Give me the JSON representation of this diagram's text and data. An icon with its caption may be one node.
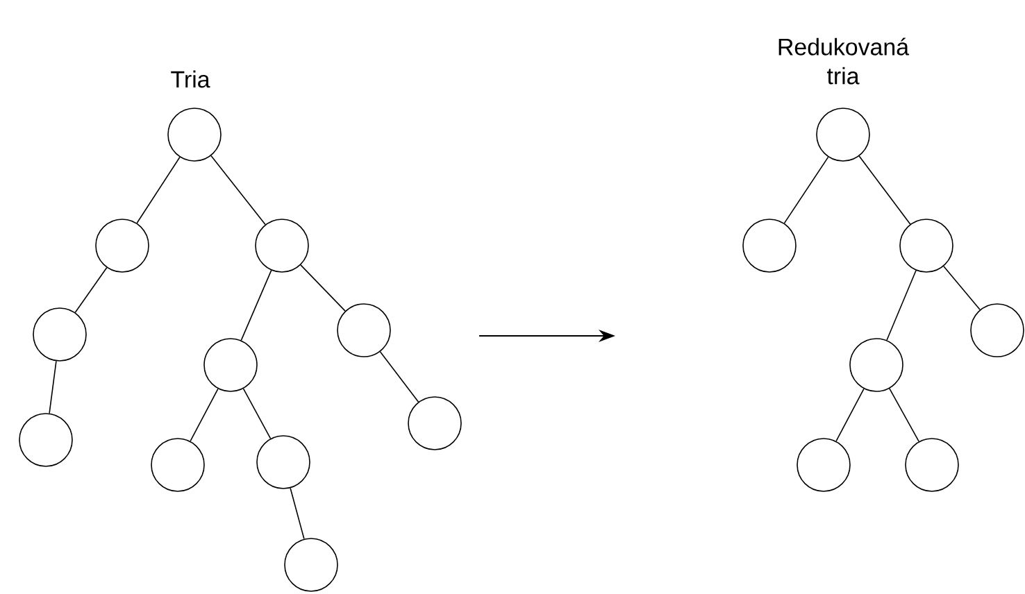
{
  "diagram": {
    "nodes": [
      {
        "text": [],
        "shape": "circle"
      },
      {
        "text": [],
        "shape": "circle"
      },
      {
        "text": [],
        "shape": "circle"
      },
      {
        "text": [],
        "shape": "circle"
      },
      {
        "text": [],
        "shape": "circle"
      },
      {
        "text": [],
        "shape": "circle"
      },
      {
        "text": [],
        "shape": "circle"
      },
      {
        "text": [],
        "shape": "circle"
      },
      {
        "text": [],
        "shape": "circle"
      },
      {
        "text": [],
        "shape": "circle"
      },
      {
        "text": [],
        "shape": "circle"
      },
      {
        "text": [],
        "shape": "circle"
      },
      {
        "text": [],
        "shape": "circle"
      },
      {
        "text": [],
        "shape": "circle"
      },
      {
        "text": [],
        "shape": "circle"
      },
      {
        "text": [],
        "shape": "circle"
      },
      {
        "text": [],
        "shape": "circle"
      },
      {
        "text": [],
        "shape": "circle"
      }
    ],
    "edges": [
      {
        "from": 0,
        "to": 1,
        "arrow": "none"
      },
      {
        "from": 0,
        "to": 2,
        "arrow": "none"
      },
      {
        "from": 1,
        "to": 3,
        "arrow": "none"
      },
      {
        "from": 3,
        "to": 6,
        "arrow": "none"
      },
      {
        "from": 2,
        "to": 5,
        "arrow": "none"
      },
      {
        "from": 2,
        "to": 4,
        "arrow": "none"
      },
      {
        "from": 5,
        "to": 8,
        "arrow": "none"
      },
      {
        "from": 5,
        "to": 9,
        "arrow": "none"
      },
      {
        "from": 9,
        "to": 10,
        "arrow": "none"
      },
      {
        "from": 4,
        "to": 7,
        "arrow": "none"
      },
      {
        "from": 11,
        "to": 12,
        "arrow": "none"
      },
      {
        "from": 11,
        "to": 13,
        "arrow": "none"
      },
      {
        "from": 13,
        "to": 15,
        "arrow": "none"
      },
      {
        "from": 13,
        "to": 14,
        "arrow": "none"
      },
      {
        "from": 15,
        "to": 16,
        "arrow": "none"
      },
      {
        "from": 15,
        "to": 17,
        "arrow": "none"
      }
    ],
    "labels": [
      "Tria",
      "Redukovaná tria"
    ]
  }
}
